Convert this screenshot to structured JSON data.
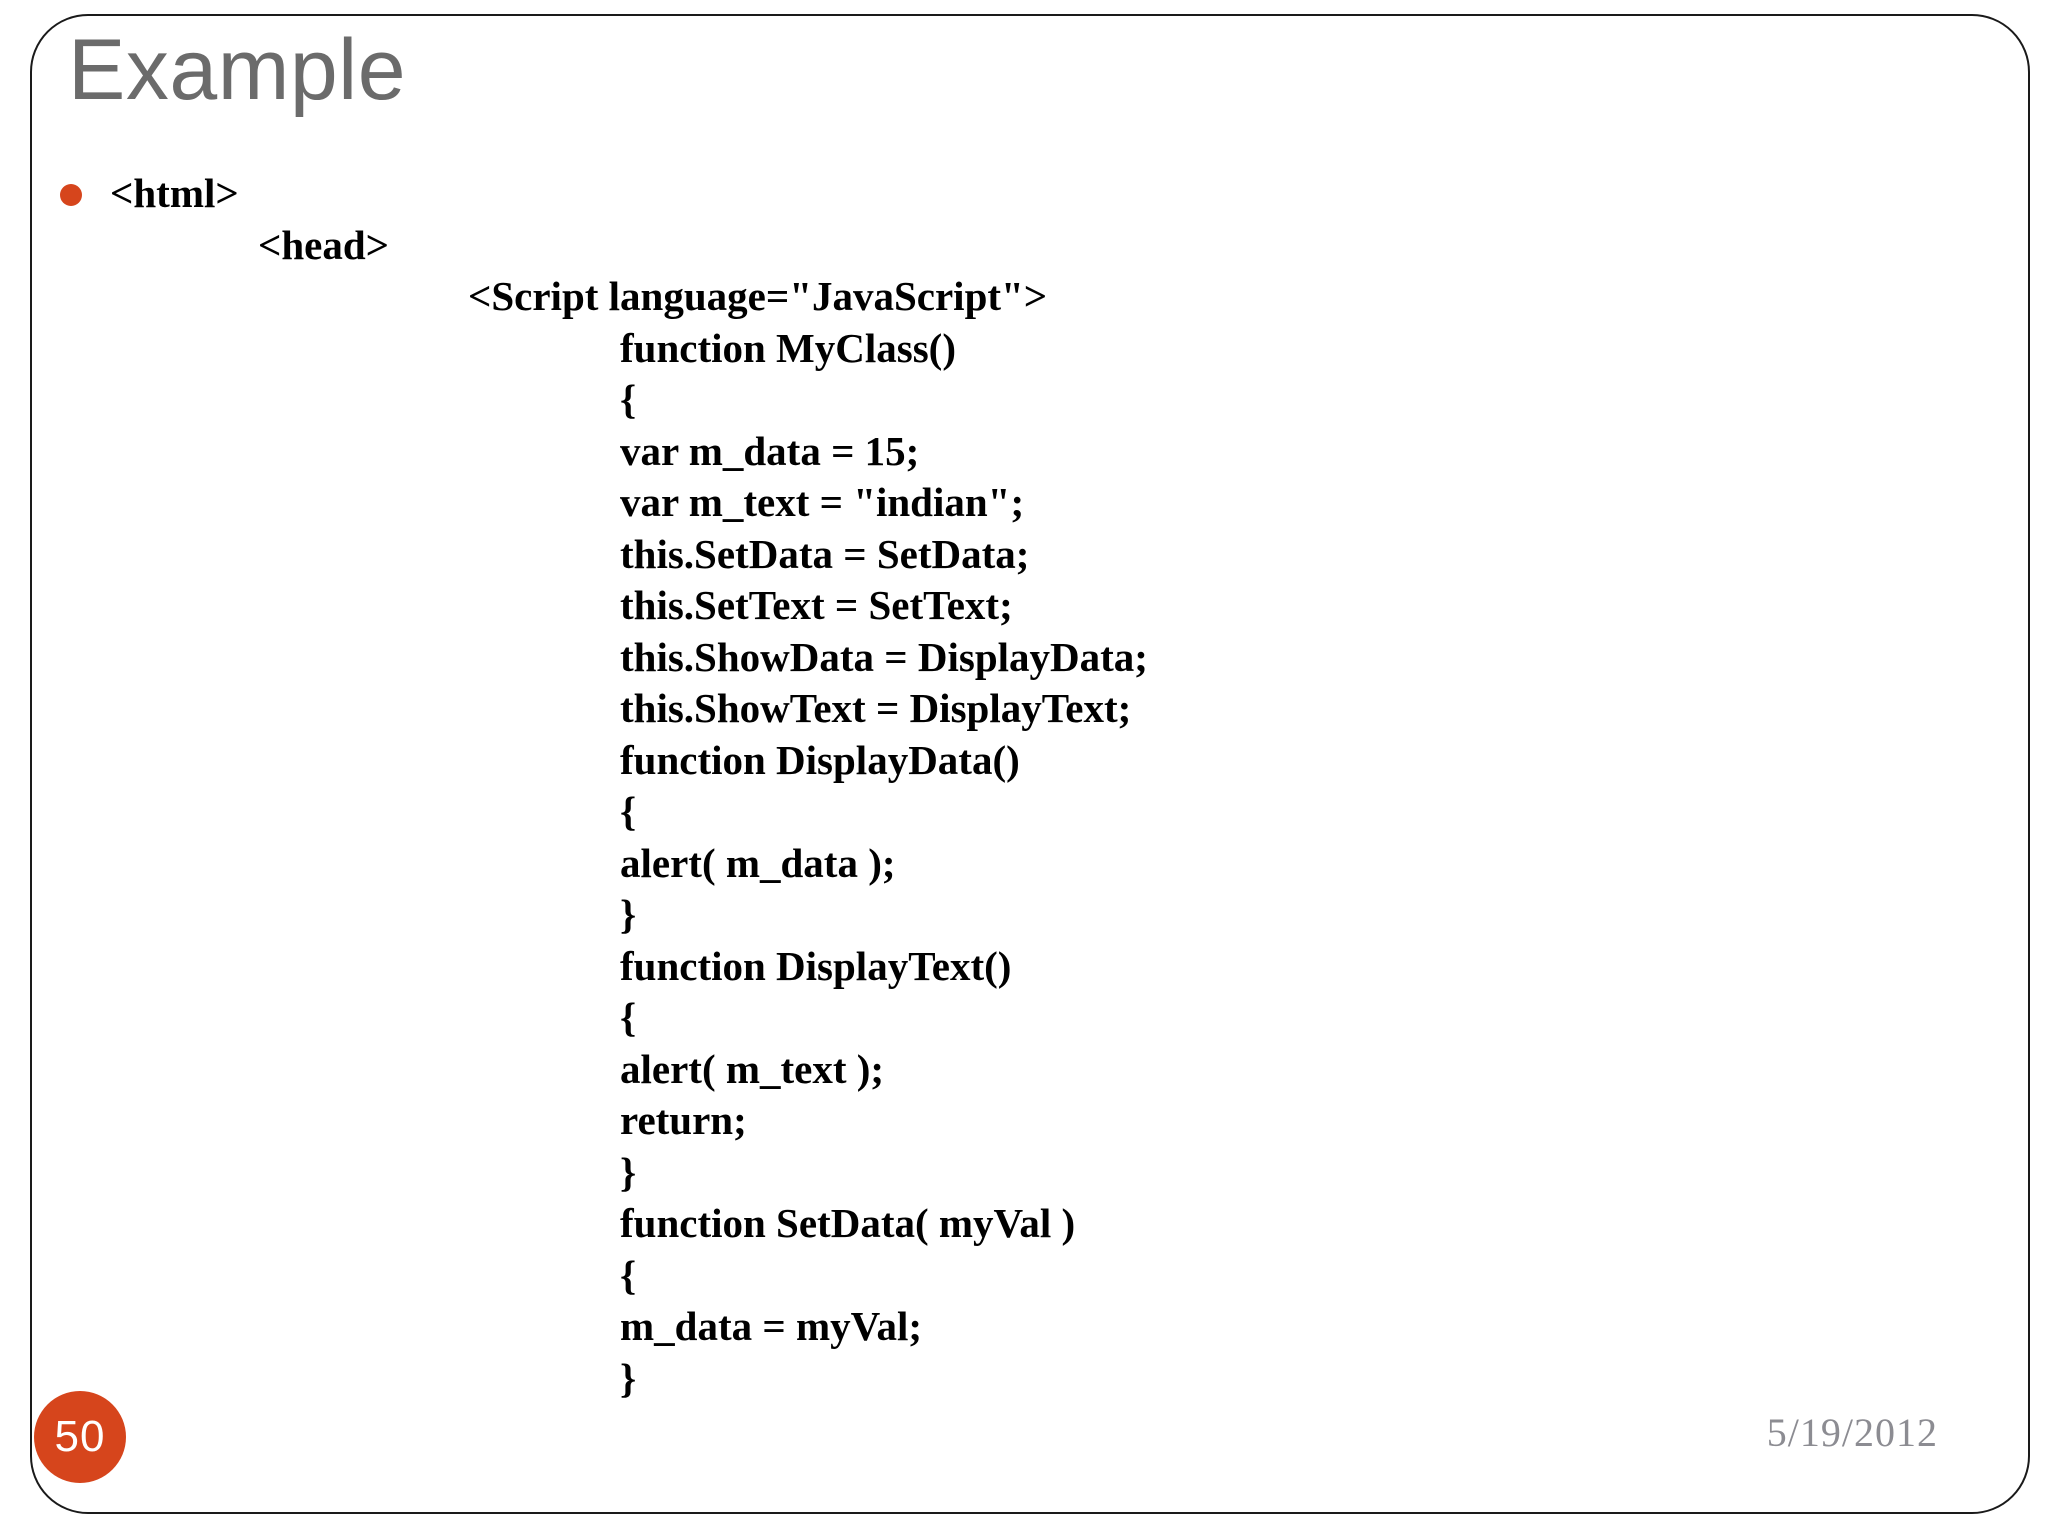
{
  "slide": {
    "title": "Example",
    "title_color": "#6b6b6b",
    "accent_color": "#d6451c",
    "border_color": "#1a1a1a",
    "background_color": "#ffffff",
    "page_number": "50",
    "date": "5/19/2012"
  },
  "bullet": {
    "marker": "bullet-dot",
    "first_line": "<html>"
  },
  "code": {
    "lines": [
      {
        "text": "<html>",
        "indent": 0
      },
      {
        "text": "<head>",
        "indent": 1
      },
      {
        "text": "<Script language=\"JavaScript\">",
        "indent": 2
      },
      {
        "text": "function MyClass()",
        "indent": 3
      },
      {
        "text": "{",
        "indent": 3
      },
      {
        "text": "var m_data = 15;",
        "indent": 3
      },
      {
        "text": "var m_text = \"indian\";",
        "indent": 3
      },
      {
        "text": "this.SetData = SetData;",
        "indent": 3
      },
      {
        "text": "this.SetText = SetText;",
        "indent": 3
      },
      {
        "text": "this.ShowData = DisplayData;",
        "indent": 3
      },
      {
        "text": "this.ShowText = DisplayText;",
        "indent": 3
      },
      {
        "text": "function DisplayData()",
        "indent": 3
      },
      {
        "text": "{",
        "indent": 3
      },
      {
        "text": "alert( m_data );",
        "indent": 3
      },
      {
        "text": "}",
        "indent": 3
      },
      {
        "text": "function DisplayText()",
        "indent": 3
      },
      {
        "text": "{",
        "indent": 3
      },
      {
        "text": "alert( m_text );",
        "indent": 3
      },
      {
        "text": "return;",
        "indent": 3
      },
      {
        "text": "}",
        "indent": 3
      },
      {
        "text": "function SetData( myVal )",
        "indent": 3
      },
      {
        "text": "{",
        "indent": 3
      },
      {
        "text": "m_data = myVal;",
        "indent": 3
      },
      {
        "text": "}",
        "indent": 3
      }
    ]
  }
}
